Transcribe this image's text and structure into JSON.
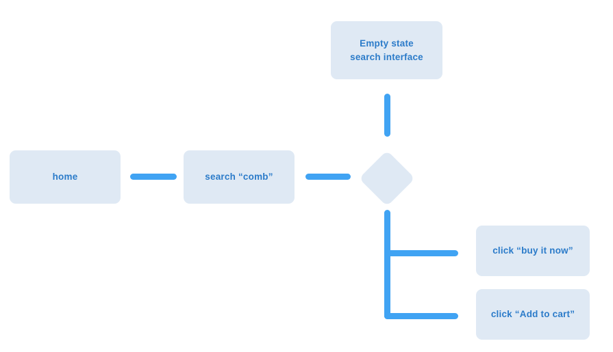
{
  "theme": {
    "background": "#ffffff",
    "node_fill": "#dfe9f4",
    "text_color": "#2b7bc9",
    "connector_color": "#40a3f3"
  },
  "diagram": {
    "type": "flowchart",
    "nodes": [
      {
        "id": "home",
        "label": "home"
      },
      {
        "id": "search",
        "label": "search “comb”"
      },
      {
        "id": "empty-state",
        "label": "Empty state\nsearch interface"
      },
      {
        "id": "decision",
        "label": "",
        "shape": "diamond"
      },
      {
        "id": "buy-now",
        "label": "click “buy it now”"
      },
      {
        "id": "add-to-cart",
        "label": "click “Add to cart”"
      }
    ],
    "edges": [
      {
        "from": "home",
        "to": "search"
      },
      {
        "from": "search",
        "to": "decision"
      },
      {
        "from": "decision",
        "to": "empty-state"
      },
      {
        "from": "decision",
        "to": "buy-now"
      },
      {
        "from": "decision",
        "to": "add-to-cart"
      }
    ]
  }
}
